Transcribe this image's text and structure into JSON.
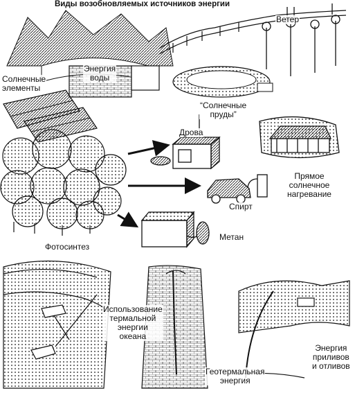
{
  "title": "Виды возобновляемых источников энергии",
  "labels": {
    "solar_cells": "Солнечные\nэлементы",
    "water_energy": "Энергия\nводы",
    "wind": "Ветер",
    "solar_ponds": "“Солнечные\nпруды”",
    "firewood": "Дрова",
    "direct_solar": "Прямое\nсолнечное\nнагревание",
    "alcohol": "Спирт",
    "methane": "Метан",
    "photosynthesis": "Фотосинтез",
    "ocean_thermal": "Использование\nтермальной\nэнергии\nокеана",
    "geothermal": "Геотермальная\nэнергия",
    "tidal": "Энергия\nприливов\nи отливов"
  },
  "style": {
    "ink": "#111111",
    "paper": "#ffffff",
    "shade": "#555555"
  }
}
